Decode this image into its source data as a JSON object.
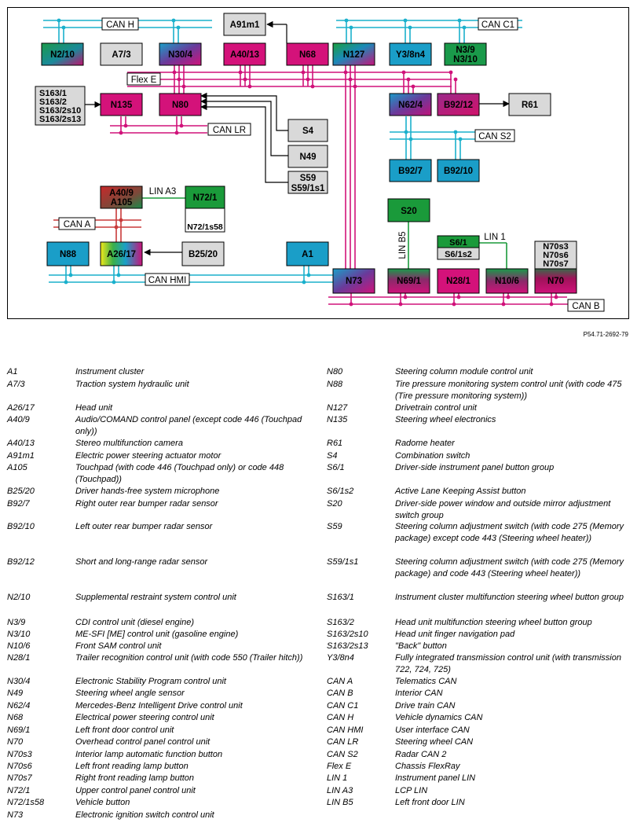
{
  "diagram": {
    "reference": "P54.71-2692-79",
    "buses": {
      "can_h": "CAN H",
      "can_c1": "CAN C1",
      "flex_e": "Flex E",
      "can_lr": "CAN LR",
      "can_s2": "CAN S2",
      "can_a": "CAN A",
      "lin_a3": "LIN A3",
      "can_hmi": "CAN HMI",
      "lin_b5": "LIN B5",
      "lin_1": "LIN 1",
      "can_b": "CAN B"
    },
    "modules": {
      "n2_10": "N2/10",
      "a7_3": "A7/3",
      "n30_4": "N30/4",
      "a91m1": "A91m1",
      "a40_13": "A40/13",
      "n68": "N68",
      "n127": "N127",
      "y3_8n4": "Y3/8n4",
      "n3_9": "N3/9",
      "n3_10": "N3/10",
      "s163_group": [
        "S163/1",
        "S163/2",
        "S163/2s10",
        "S163/2s13"
      ],
      "n135": "N135",
      "n80": "N80",
      "n62_4": "N62/4",
      "b92_12": "B92/12",
      "r61": "R61",
      "s4": "S4",
      "n49": "N49",
      "s59": "S59",
      "s59_1s1": "S59/1s1",
      "b92_7": "B92/7",
      "b92_10": "B92/10",
      "a40_9": "A40/9",
      "a105": "A105",
      "n72_1": "N72/1",
      "n72_1s58": "N72/1s58",
      "s20": "S20",
      "n88": "N88",
      "a26_17": "A26/17",
      "b25_20": "B25/20",
      "a1": "A1",
      "s6_1": "S6/1",
      "s6_1s2": "S6/1s2",
      "n70_switches": [
        "N70s3",
        "N70s6",
        "N70s7"
      ],
      "n73": "N73",
      "n69_1": "N69/1",
      "n28_1": "N28/1",
      "n10_6": "N10/6",
      "n70": "N70"
    }
  },
  "legend_left": [
    {
      "code": "A1",
      "desc": "Instrument cluster"
    },
    {
      "code": "A7/3",
      "desc": "Traction system hydraulic unit"
    },
    {
      "code": "A26/17",
      "desc": "Head unit"
    },
    {
      "code": "A40/9",
      "desc": "Audio/COMAND control panel (except code 446 (Touchpad only))"
    },
    {
      "code": "A40/13",
      "desc": "Stereo multifunction camera"
    },
    {
      "code": "A91m1",
      "desc": "Electric power steering actuator motor"
    },
    {
      "code": "A105",
      "desc": "Touchpad (with code 446 (Touchpad only) or code 448 (Touchpad))"
    },
    {
      "code": "B25/20",
      "desc": "Driver hands-free system microphone"
    },
    {
      "code": "B92/7",
      "desc": "Right outer rear bumper radar sensor"
    },
    {
      "code": "B92/10",
      "desc": "Left outer rear bumper radar sensor"
    },
    {
      "code": "B92/12",
      "desc": "Short and long-range radar sensor"
    },
    {
      "code": "N2/10",
      "desc": "Supplemental restraint system control unit"
    },
    {
      "code": "N3/9",
      "desc": "CDI control unit (diesel engine)"
    },
    {
      "code": "N3/10",
      "desc": "ME-SFI [ME] control unit (gasoline engine)"
    },
    {
      "code": "N10/6",
      "desc": "Front SAM control unit"
    },
    {
      "code": "N28/1",
      "desc": "Trailer recognition control unit (with code 550 (Trailer hitch))"
    },
    {
      "code": "N30/4",
      "desc": "Electronic Stability Program control unit"
    },
    {
      "code": "N49",
      "desc": "Steering wheel angle sensor"
    },
    {
      "code": "N62/4",
      "desc": "Mercedes-Benz Intelligent Drive control unit"
    },
    {
      "code": "N68",
      "desc": "Electrical power steering control unit"
    },
    {
      "code": "N69/1",
      "desc": "Left front door control unit"
    },
    {
      "code": "N70",
      "desc": "Overhead control panel control unit"
    },
    {
      "code": "N70s3",
      "desc": "Interior lamp automatic function button"
    },
    {
      "code": "N70s6",
      "desc": "Left front reading lamp button"
    },
    {
      "code": "N70s7",
      "desc": "Right front reading lamp button"
    },
    {
      "code": "N72/1",
      "desc": "Upper control panel control unit"
    },
    {
      "code": "N72/1s58",
      "desc": "Vehicle button"
    },
    {
      "code": "N73",
      "desc": "Electronic ignition switch control unit"
    }
  ],
  "legend_right": [
    {
      "code": "N80",
      "desc": "Steering column module control unit"
    },
    {
      "code": "N88",
      "desc": "Tire pressure monitoring system control unit (with code 475 (Tire pressure monitoring system))"
    },
    {
      "code": "N127",
      "desc": "Drivetrain control unit"
    },
    {
      "code": "N135",
      "desc": "Steering wheel electronics"
    },
    {
      "code": "R61",
      "desc": "Radome heater"
    },
    {
      "code": "S4",
      "desc": "Combination switch"
    },
    {
      "code": "S6/1",
      "desc": "Driver-side instrument panel button group"
    },
    {
      "code": "S6/1s2",
      "desc": "Active Lane Keeping Assist button"
    },
    {
      "code": "S20",
      "desc": "Driver-side power window and outside mirror adjustment switch group"
    },
    {
      "code": "S59",
      "desc": "Steering column adjustment switch (with code 275 (Memory package) except code 443 (Steering wheel heater))"
    },
    {
      "code": "S59/1s1",
      "desc": "Steering column adjustment switch (with code 275 (Memory package) and code 443 (Steering wheel heater))"
    },
    {
      "code": "S163/1",
      "desc": "Instrument cluster multifunction steering wheel button group"
    },
    {
      "code": "S163/2",
      "desc": "Head unit multifunction steering wheel button group"
    },
    {
      "code": "S163/2s10",
      "desc": "Head unit finger navigation pad"
    },
    {
      "code": "S163/2s13",
      "desc": "\"Back\" button"
    },
    {
      "code": "Y3/8n4",
      "desc": "Fully integrated transmission control unit (with transmission 722, 724, 725)"
    },
    {
      "code": "CAN A",
      "desc": "Telematics CAN"
    },
    {
      "code": "CAN B",
      "desc": "Interior CAN"
    },
    {
      "code": "CAN C1",
      "desc": "Drive train CAN"
    },
    {
      "code": "CAN H",
      "desc": "Vehicle dynamics CAN"
    },
    {
      "code": "CAN HMI",
      "desc": "User interface CAN"
    },
    {
      "code": "CAN LR",
      "desc": "Steering wheel CAN"
    },
    {
      "code": "CAN S2",
      "desc": "Radar CAN 2"
    },
    {
      "code": "Flex E",
      "desc": "Chassis FlexRay"
    },
    {
      "code": "LIN 1",
      "desc": "Instrument panel LIN"
    },
    {
      "code": "LIN A3",
      "desc": "LCP LIN"
    },
    {
      "code": "LIN B5",
      "desc": "Left front door LIN"
    }
  ]
}
